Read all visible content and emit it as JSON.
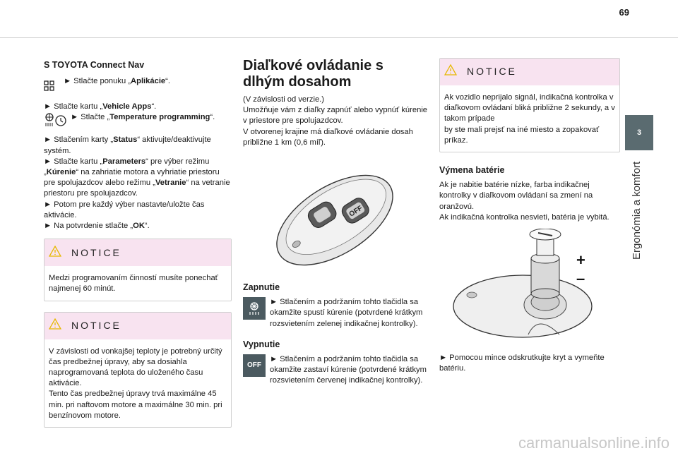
{
  "page_number": "69",
  "side": {
    "tab_number": "3",
    "label": "Ergonómia a komfort"
  },
  "col1": {
    "heading": "S TOYOTA Connect Nav",
    "p1a": "► Stlačte ponuku „",
    "p1b": "Aplikácie",
    "p1c": "“.",
    "p2a": "► Stlačte kartu „",
    "p2b": "Vehicle Apps",
    "p2c": "“.",
    "p3a": "► Stlačte „",
    "p3b": "Temperature programming",
    "p3c": "“.",
    "p4a": "► Stlačením karty „",
    "p4b": "Status",
    "p4c": "“ aktivujte/deaktivujte systém.",
    "p5a": "► Stlačte kartu „",
    "p5b": "Parameters",
    "p5c": "“ pre výber režimu „",
    "p5d": "Kúrenie",
    "p5e": "“ na zahriatie motora a vyhriatie priestoru pre spolujazdcov alebo režimu „",
    "p5f": "Vetranie",
    "p5g": "“ na vetranie priestoru pre spolujazdcov.",
    "p6": "► Potom pre každý výber nastavte/uložte čas aktivácie.",
    "p7a": "► Na potvrdenie stlačte „",
    "p7b": "OK",
    "p7c": "“.",
    "notice1_title": "NOTICE",
    "notice1_text": "Medzi programovaním činností musíte ponechať najmenej 60 minút.",
    "notice2_title": "NOTICE",
    "notice2_text1": "V závislosti od vonkajšej teploty je potrebný určitý čas predbežnej úpravy, aby sa dosiahla naprogramovaná teplota do uloženého času aktivácie.",
    "notice2_text2": "Tento čas predbežnej úpravy trvá maximálne 45 min. pri naftovom motore a maximálne 30 min. pri benzínovom motore."
  },
  "col2": {
    "heading": "Diaľkové ovládanie s dlhým dosahom",
    "intro1": "(V závislosti od verzie.)",
    "intro2": "Umožňuje vám z diaľky zapnúť alebo vypnúť kúrenie v priestore pre spolujazdcov.",
    "intro3": "V otvorenej krajine má diaľkové ovládanie dosah približne 1 km (0,6 míľ).",
    "remote_off_label": "OFF",
    "zapnutie_heading": "Zapnutie",
    "zapnutie_text": "► Stlačením a podržaním tohto tlačidla sa okamžite spustí kúrenie (potvrdené krátkym rozsvietením zelenej indikačnej kontrolky).",
    "vypnutie_heading": "Vypnutie",
    "vypnutie_icon": "OFF",
    "vypnutie_text": "► Stlačením a podržaním tohto tlačidla sa okamžite zastaví kúrenie (potvrdené krátkym rozsvietením červenej indikačnej kontrolky)."
  },
  "col3": {
    "notice_title": "NOTICE",
    "notice_text1": "Ak vozidlo neprijalo signál, indikačná kontrolka v diaľkovom ovládaní bliká približne 2 sekundy, a v takom prípade",
    "notice_text2": "by ste mali prejsť na iné miesto a zopakovať príkaz.",
    "battery_heading": "Výmena batérie",
    "battery_text1": "Ak je nabitie batérie nízke, farba indikačnej kontrolky v diaľkovom ovládaní sa zmení na oranžovú.",
    "battery_text2": "Ak indikačná kontrolka nesvieti, batéria je vybitá.",
    "plus_sign": "+",
    "minus_sign": "–",
    "coin_text": "► Pomocou mince odskrutkujte kryt a vymeňte batériu."
  },
  "watermark": "carmanualsonline.info",
  "colors": {
    "notice_bg": "#f8e3f0",
    "tab_bg": "#5a6b70",
    "warning_icon": "#e6b800"
  }
}
